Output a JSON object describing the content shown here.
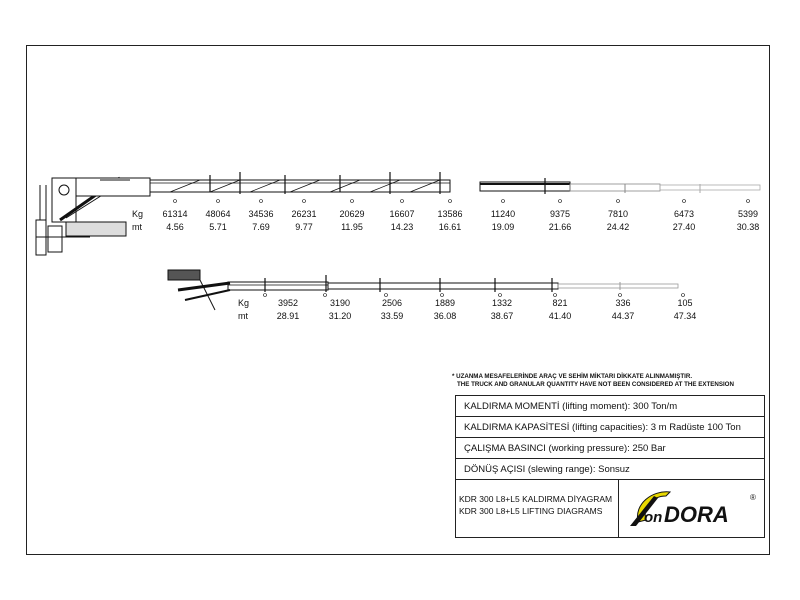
{
  "upper": {
    "kg_label": "Kg",
    "mt_label": "mt",
    "kg": [
      "61314",
      "48064",
      "34536",
      "26231",
      "20629",
      "16607",
      "13586",
      "11240",
      "9375",
      "7810",
      "6473",
      "5399"
    ],
    "mt": [
      "4.56",
      "5.71",
      "7.69",
      "9.77",
      "11.95",
      "14.23",
      "16.61",
      "19.09",
      "21.66",
      "24.42",
      "27.40",
      "30.38"
    ]
  },
  "lower": {
    "kg_label": "Kg",
    "mt_label": "mt",
    "kg": [
      "3952",
      "3190",
      "2506",
      "1889",
      "1332",
      "821",
      "336",
      "105"
    ],
    "mt": [
      "28.91",
      "31.20",
      "33.59",
      "36.08",
      "38.67",
      "41.40",
      "44.37",
      "47.34"
    ]
  },
  "notes": {
    "tr": "* UZANMA MESAFELERİNDE ARAÇ VE SEHİM MİKTARI DİKKATE ALINMAMIŞTIR.",
    "en": "THE TRUCK AND GRANULAR QUANTITY HAVE NOT BEEN CONSIDERED AT THE EXTENSION"
  },
  "specs": {
    "moment_bold": "KALDIRMA MOMENTİ",
    "moment_rest": " (lifting moment): 300 Ton/m",
    "capacity_bold": "KALDIRMA KAPASİTESİ",
    "capacity_rest": " (lifting capacities): 3 m Radüste 100 Ton",
    "pressure_bold": "ÇALIŞMA BASINCI",
    "pressure_rest": " (working pressure): 250 Bar",
    "slewing_bold": "DÖNÜŞ AÇISI",
    "slewing_rest": " (slewing range): Sonsuz"
  },
  "footer": {
    "line1": "KDR 300 L8+L5 KALDIRMA DİYAGRAM",
    "line2": "KDR 300 L8+L5 LIFTING DIAGRAMS"
  },
  "logo": {
    "text_on": "on",
    "text_dora": "DORA",
    "registered": "®",
    "accent_color": "#e8d800"
  }
}
